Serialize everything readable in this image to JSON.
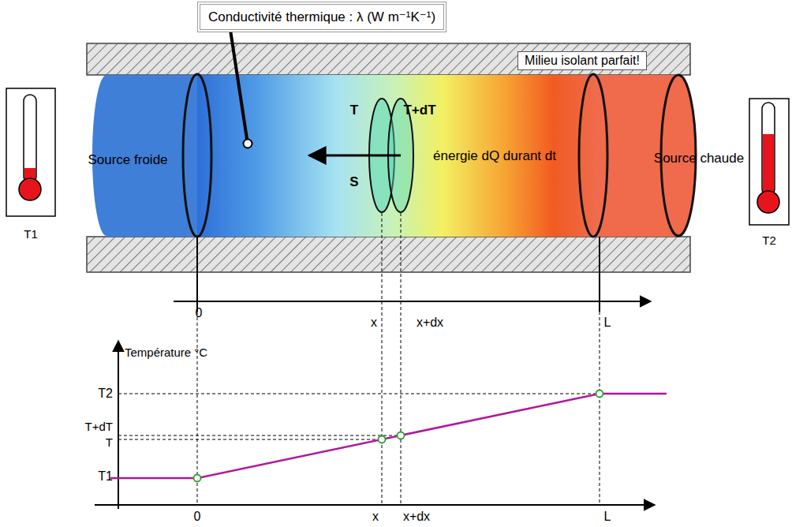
{
  "diagram": {
    "nodes": [
      {
        "text": [
          "Conductivité thermique : λ (W m⁻¹K⁻¹)"
        ]
      },
      {
        "text": [
          "Milieu isolant parfait!"
        ]
      }
    ],
    "labels": [
      "Source froide",
      "Source chaude",
      "T",
      "T+dT",
      "S",
      "énergie dQ durant dt",
      "T1",
      "T2",
      "0",
      "x",
      "x+dx",
      "L",
      "Température °C",
      "T2",
      "T+dT",
      "T",
      "T1",
      "0",
      "x",
      "x+dx",
      "L"
    ]
  }
}
